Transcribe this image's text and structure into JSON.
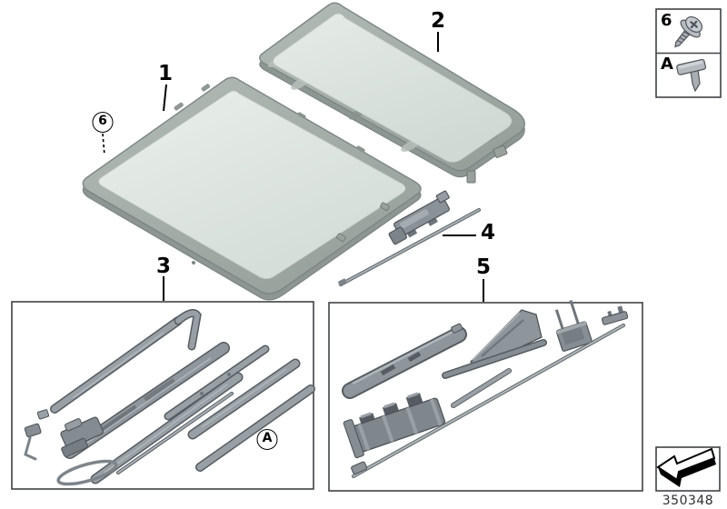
{
  "callouts": {
    "front_glass": "1",
    "rear_glass": "2",
    "mech_kit_left": "3",
    "wind_deflector": "4",
    "mech_kit_right": "5",
    "screw": "6",
    "variant": "A"
  },
  "legend": {
    "row1_key": "6",
    "row1_icon": "screw-icon",
    "row2_key": "A",
    "row2_icon": "clip-icon"
  },
  "footer": {
    "diagram_number": "350348",
    "icon": "direction-arrow-icon"
  },
  "colors": {
    "background": "#ffffff",
    "glass": "#e0e7e3",
    "frame_gray": "#a0aaa5",
    "part_gray": "#8e969b",
    "outline": "#4d5358",
    "box_border": "#3f4345"
  }
}
